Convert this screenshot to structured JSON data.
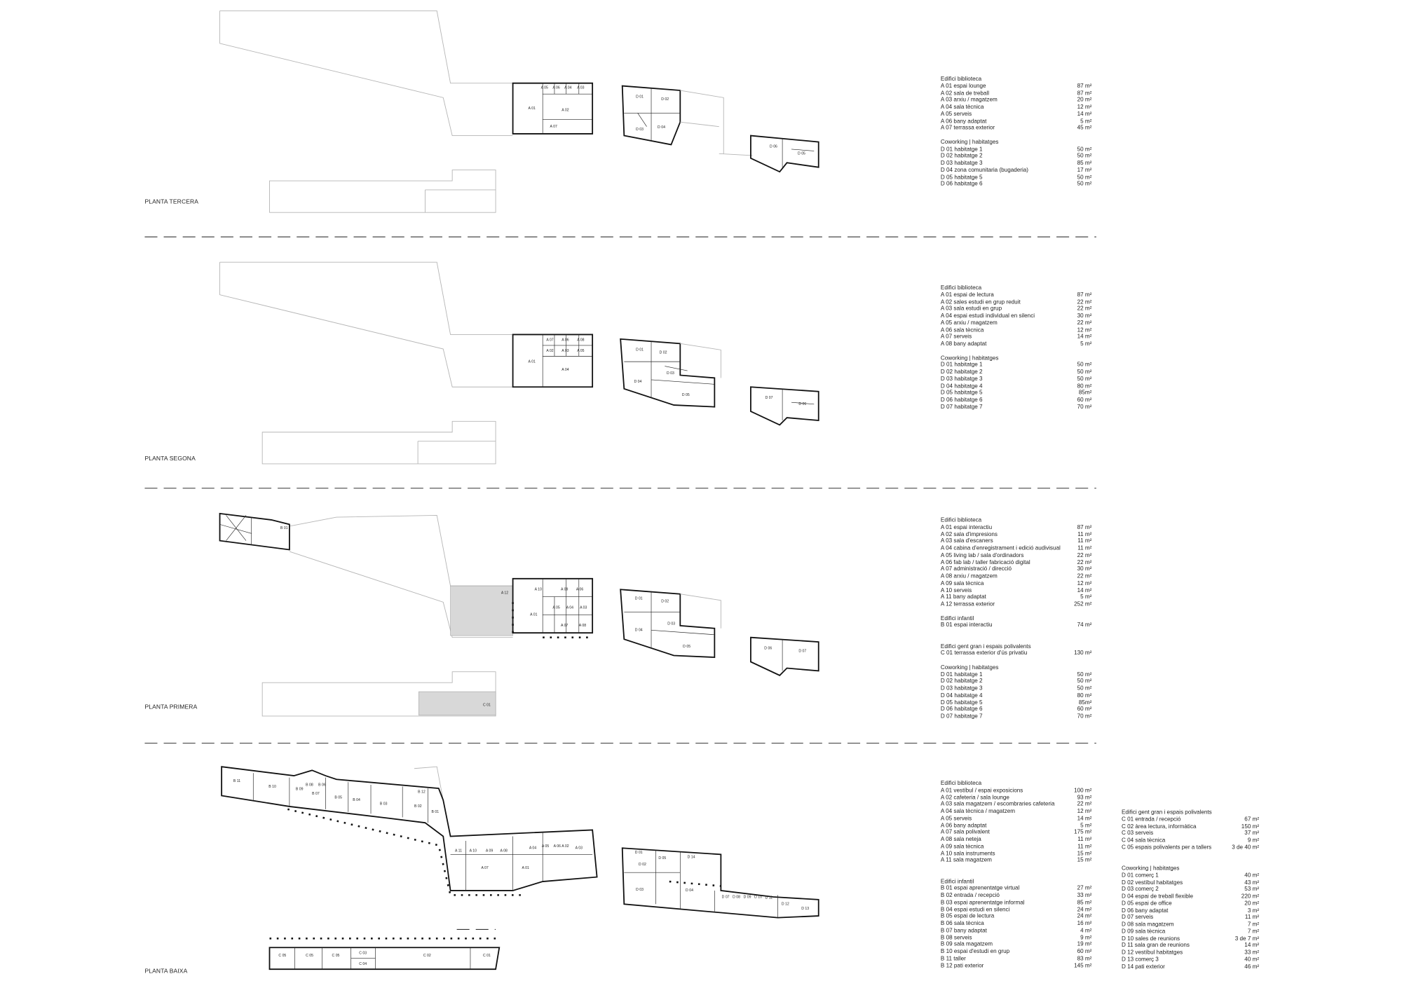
{
  "floors": [
    {
      "title": "PLANTA TERCERA",
      "rooms": [
        "A 01",
        "A 02",
        "A 03",
        "A 04",
        "A 05",
        "A 06",
        "A 07",
        "D 01",
        "D 02",
        "D 03",
        "D 04",
        "D 05",
        "D 06"
      ],
      "legend": [
        {
          "heading": "Edifici biblioteca",
          "items": [
            [
              "A 01 espai lounge",
              "87 m²"
            ],
            [
              "A 02 sala de treball",
              "87 m²"
            ],
            [
              "A 03 arxiu / magatzem",
              "20 m²"
            ],
            [
              "A 04 sala tècnica",
              "12 m²"
            ],
            [
              "A 05 serveis",
              "14 m²"
            ],
            [
              "A 06 bany adaptat",
              "5 m²"
            ],
            [
              "A 07 terrassa exterior",
              "45 m²"
            ]
          ]
        },
        {
          "heading": "Coworking | habitatges",
          "items": [
            [
              "D 01 habitatge 1",
              "50 m²"
            ],
            [
              "D 02 habitatge 2",
              "50 m²"
            ],
            [
              "D 03 habitatge 3",
              "85 m²"
            ],
            [
              "D 04 zona comunitaria (bugaderia)",
              "17 m²"
            ],
            [
              "D 05 habitatge 5",
              "50 m²"
            ],
            [
              "D 06 habitatge 6",
              "50 m²"
            ]
          ]
        }
      ]
    },
    {
      "title": "PLANTA SEGONA",
      "rooms": [
        "A 01",
        "A 02",
        "A 03",
        "A 04",
        "A 05",
        "A 06",
        "A 07",
        "A 08",
        "D 01",
        "D 02",
        "D 03",
        "D 04",
        "D 05",
        "D 06",
        "D 07"
      ],
      "legend": [
        {
          "heading": "Edifici biblioteca",
          "items": [
            [
              "A 01 espai de lectura",
              "87 m²"
            ],
            [
              "A 02 sales estudi en grup reduit",
              "22 m²"
            ],
            [
              "A 03 sala estudi en grup",
              "22 m²"
            ],
            [
              "A 04 espai estudi individual en silenci",
              "30 m²"
            ],
            [
              "A 05 arxiu / magatzem",
              "22 m²"
            ],
            [
              "A 06 sala tècnica",
              "12 m²"
            ],
            [
              "A 07 serveis",
              "14 m²"
            ],
            [
              "A 08 bany adaptat",
              "5 m²"
            ]
          ]
        },
        {
          "heading": "Coworking | habitatges",
          "items": [
            [
              "D 01 habitatge 1",
              "50 m²"
            ],
            [
              "D 02 habitatge 2",
              "50 m²"
            ],
            [
              "D 03 habitatge 3",
              "50 m²"
            ],
            [
              "D 04 habitatge 4",
              "80 m²"
            ],
            [
              "D 05 habitatge 5",
              "85m²"
            ],
            [
              "D 06 habitatge 6",
              "60 m²"
            ],
            [
              "D 07 habitatge 7",
              "70 m²"
            ]
          ]
        }
      ]
    },
    {
      "title": "PLANTA PRIMERA",
      "rooms": [
        "B 01",
        "A 12",
        "A 01",
        "A 10",
        "A 09",
        "A 06",
        "A 05",
        "A 04",
        "A 03",
        "A 07",
        "A 08",
        "C 01",
        "D 01",
        "D 02",
        "D 03",
        "D 04",
        "D 05",
        "D 07",
        "D 06"
      ],
      "legend": [
        {
          "heading": "Edifici biblioteca",
          "items": [
            [
              "A 01 espai interactiu",
              "87 m²"
            ],
            [
              "A 02 sala d'impresions",
              "11 m²"
            ],
            [
              "A 03 sala d'escaners",
              "11 m²"
            ],
            [
              "A 04 cabina d'enregistrament i edició audivisual",
              "11 m²"
            ],
            [
              "A 05 living lab / sala d'ordinadors",
              "22 m²"
            ],
            [
              "A 06 fab lab / taller fabricació digital",
              "22 m²"
            ],
            [
              "A 07 administració / direcció",
              "30 m²"
            ],
            [
              "A 08 arxiu / magatzem",
              "22 m²"
            ],
            [
              "A 09 sala tècnica",
              "12 m²"
            ],
            [
              "A 10 serveis",
              "14 m²"
            ],
            [
              "A 11 bany adaptat",
              "5 m²"
            ],
            [
              "A 12 terrassa exterior",
              "252 m²"
            ]
          ]
        },
        {
          "heading": "Edifici infantil",
          "items": [
            [
              "B 01 espai interactiu",
              "74 m²"
            ]
          ]
        },
        {
          "heading": "Edifici gent gran i espais polivalents",
          "items": [
            [
              "C 01 terrassa exterior d'ús privatiu",
              "130 m²"
            ]
          ]
        },
        {
          "heading": "Coworking | habitatges",
          "items": [
            [
              "D 01 habitatge 1",
              "50 m²"
            ],
            [
              "D 02 habitatge 2",
              "50 m²"
            ],
            [
              "D 03 habitatge 3",
              "50 m²"
            ],
            [
              "D 04 habitatge 4",
              "80 m²"
            ],
            [
              "D 05 habitatge 5",
              "85m²"
            ],
            [
              "D 06 habitatge 6",
              "60 m²"
            ],
            [
              "D 07 habitatge 7",
              "70 m²"
            ]
          ]
        }
      ]
    },
    {
      "title": "PLANTA BAIXA",
      "rooms": [
        "B 11",
        "B 10",
        "B 09",
        "B 08",
        "B 07",
        "B 06",
        "B 05",
        "B 04",
        "B 03",
        "B 12",
        "B 02",
        "B 01",
        "A 11",
        "A 10",
        "A 09",
        "A 08",
        "A 07",
        "A 01",
        "A 04",
        "A 05",
        "A 06",
        "A 02",
        "A 03",
        "D 01",
        "D 02",
        "D 03",
        "D 04",
        "D 05",
        "D 14",
        "D 07",
        "D 08",
        "D 09",
        "D 10",
        "D 11",
        "D 12",
        "D 13",
        "C 05",
        "C 05",
        "C 05",
        "C 03",
        "C 04",
        "C 02",
        "C 01"
      ],
      "legend": [
        {
          "heading": "Edifici biblioteca",
          "items": [
            [
              "A 01 vestíbul / espai exposicions",
              "100 m²"
            ],
            [
              "A 02 cafeteria / sala lounge",
              "93 m²"
            ],
            [
              "A 03 sala magatzem / escombraries cafeteria",
              "22 m²"
            ],
            [
              "A 04 sala tècnica / magatzem",
              "12 m²"
            ],
            [
              "A 05 serveis",
              "14 m²"
            ],
            [
              "A 06 bany adaptat",
              "5 m²"
            ],
            [
              "A 07 sala polivalent",
              "175 m²"
            ],
            [
              "A 08 sala neteja",
              "11 m²"
            ],
            [
              "A 09 sala tècnica",
              "11 m²"
            ],
            [
              "A 10 sala instruments",
              "15 m²"
            ],
            [
              "A 11 sala magatzem",
              "15 m²"
            ]
          ]
        },
        {
          "heading": "Edifici infantil",
          "items": [
            [
              "B 01 espai aprenentatge virtual",
              "27 m²"
            ],
            [
              "B 02 entrada / recepció",
              "33 m²"
            ],
            [
              "B 03 espai aprenentatge informal",
              "85 m²"
            ],
            [
              "B 04 espai estudi en silenci",
              "24 m²"
            ],
            [
              "B 05 espai de lectura",
              "24 m²"
            ],
            [
              "B 06 sala tècnica",
              "16 m²"
            ],
            [
              "B 07 bany adaptat",
              "4 m²"
            ],
            [
              "B 08 serveis",
              "9 m²"
            ],
            [
              "B 09 sala magatzem",
              "19 m²"
            ],
            [
              "B 10 espai d'estudi en grup",
              "60 m²"
            ],
            [
              "B 11 taller",
              "83 m²"
            ],
            [
              "B 12 pati exterior",
              "145 m²"
            ]
          ]
        }
      ],
      "legend_secondary": [
        {
          "heading": "Edifici gent gran i espais polivalents",
          "items": [
            [
              "C 01 entrada / recepció",
              "67 m²"
            ],
            [
              "C 02 àrea lectura, informàtica",
              "150 m²"
            ],
            [
              "C 03 serveis",
              "37 m²"
            ],
            [
              "C 04 sala tècnica",
              "9 m²"
            ],
            [
              "C 05 espais polivalents per a tallers",
              "3 de 40 m²"
            ]
          ]
        },
        {
          "heading": "Coworking | habitatges",
          "items": [
            [
              "D 01 comerç 1",
              "40 m²"
            ],
            [
              "D 02 vestíbul habitatges",
              "43 m²"
            ],
            [
              "D 03 comerç 2",
              "53 m²"
            ],
            [
              "D 04 espai de treball flexible",
              "220 m²"
            ],
            [
              "D 05 espai de office",
              "20 m²"
            ],
            [
              "D 06 bany adaptat",
              "3 m²"
            ],
            [
              "D 07 serveis",
              "11 m²"
            ],
            [
              "D 08 sala magatzem",
              "7 m²"
            ],
            [
              "D 09 sala tècnica",
              "7 m²"
            ],
            [
              "D 10 sales de reunions",
              "3 de 7 m²"
            ],
            [
              "D 11 sala gran de reunions",
              "14 m²"
            ],
            [
              "D 12 vestíbul habitatges",
              "33 m²"
            ],
            [
              "D 13 comerç 3",
              "40 m²"
            ],
            [
              "D 14 pati exterior",
              "46 m²"
            ]
          ]
        }
      ]
    }
  ]
}
